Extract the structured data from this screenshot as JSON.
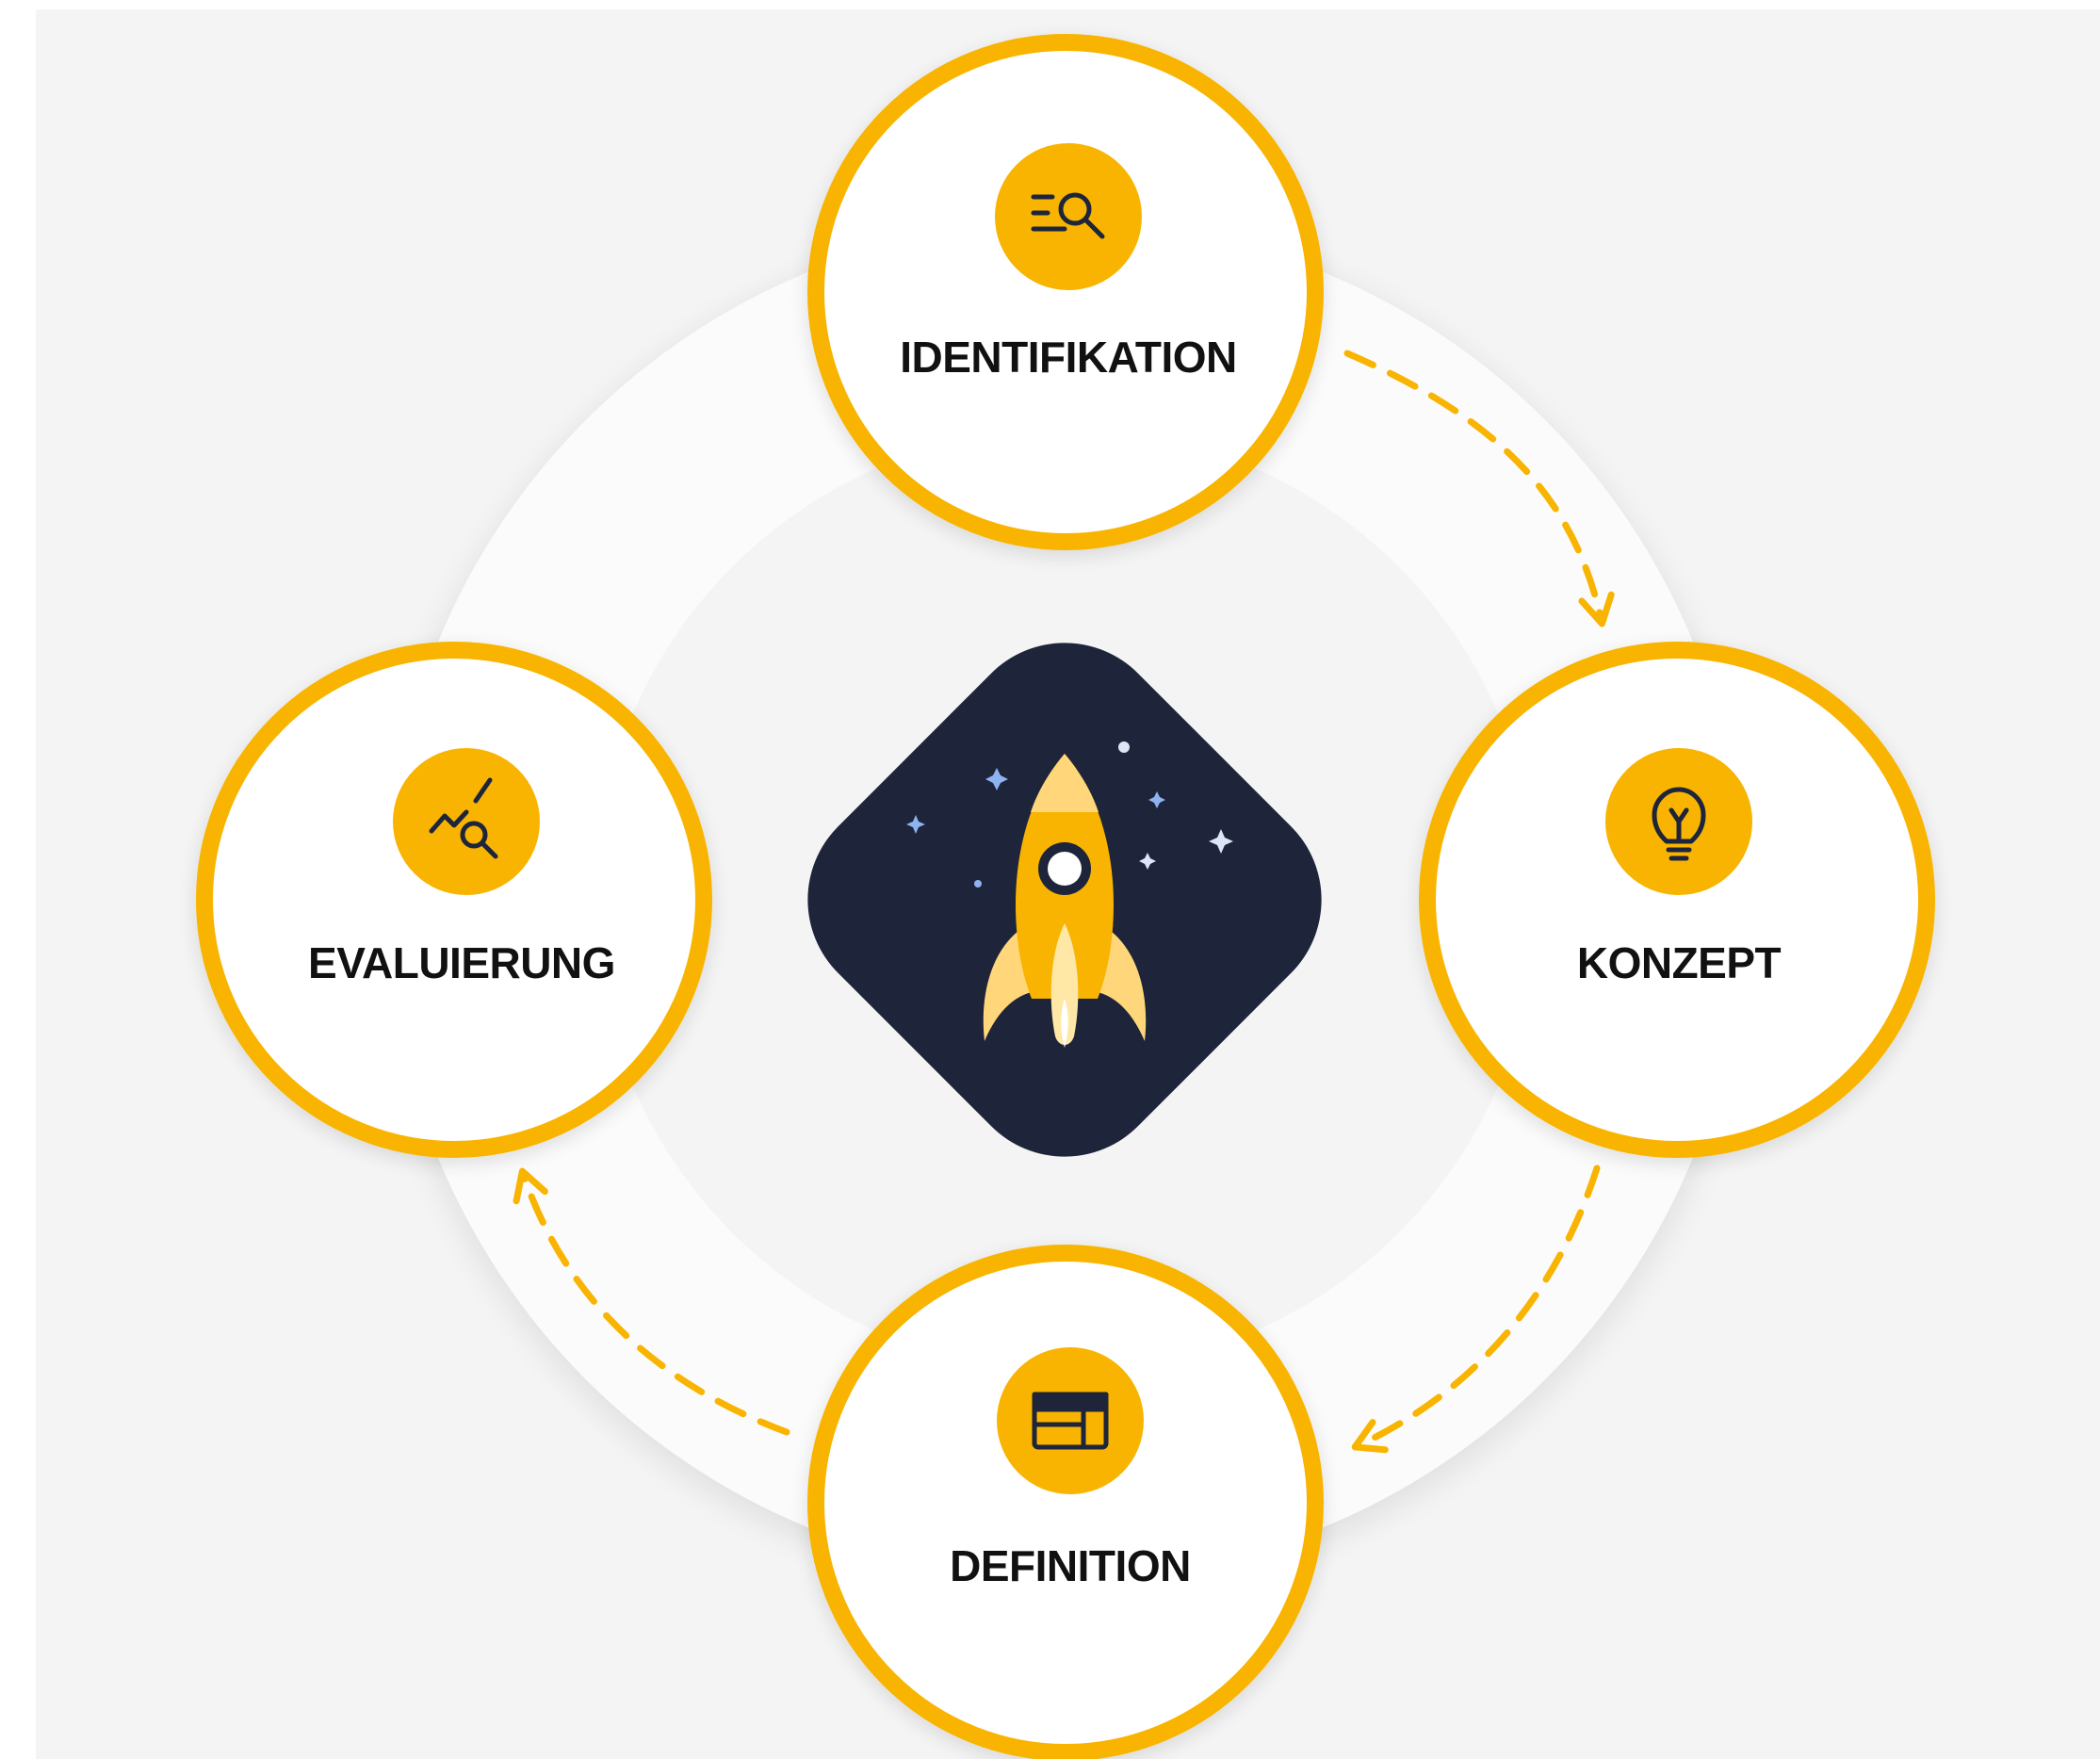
{
  "diagram": {
    "center": {
      "icon": "rocket-icon"
    },
    "nodes": [
      {
        "id": "identifikation",
        "label": "IDENTIFIKATION",
        "icon": "list-search-icon"
      },
      {
        "id": "konzept",
        "label": "KONZEPT",
        "icon": "lightbulb-icon"
      },
      {
        "id": "definition",
        "label": "DEFINITION",
        "icon": "layout-window-icon"
      },
      {
        "id": "evaluierung",
        "label": "EVALUIERUNG",
        "icon": "chart-search-icon"
      }
    ],
    "connectors": [
      {
        "from": "identifikation",
        "to": "konzept"
      },
      {
        "from": "konzept",
        "to": "definition"
      },
      {
        "from": "definition",
        "to": "evaluierung"
      }
    ]
  },
  "colors": {
    "accent": "#F8B400",
    "accent_light": "#FFD77A",
    "dark_navy": "#1E253A",
    "background": "#F4F4F4",
    "outer_ring": "#FBFBFB",
    "inner_disc": "#F5F5F5",
    "node_fill": "#FFFFFF",
    "text": "#111111",
    "star_blue": "#8FB3F0"
  }
}
